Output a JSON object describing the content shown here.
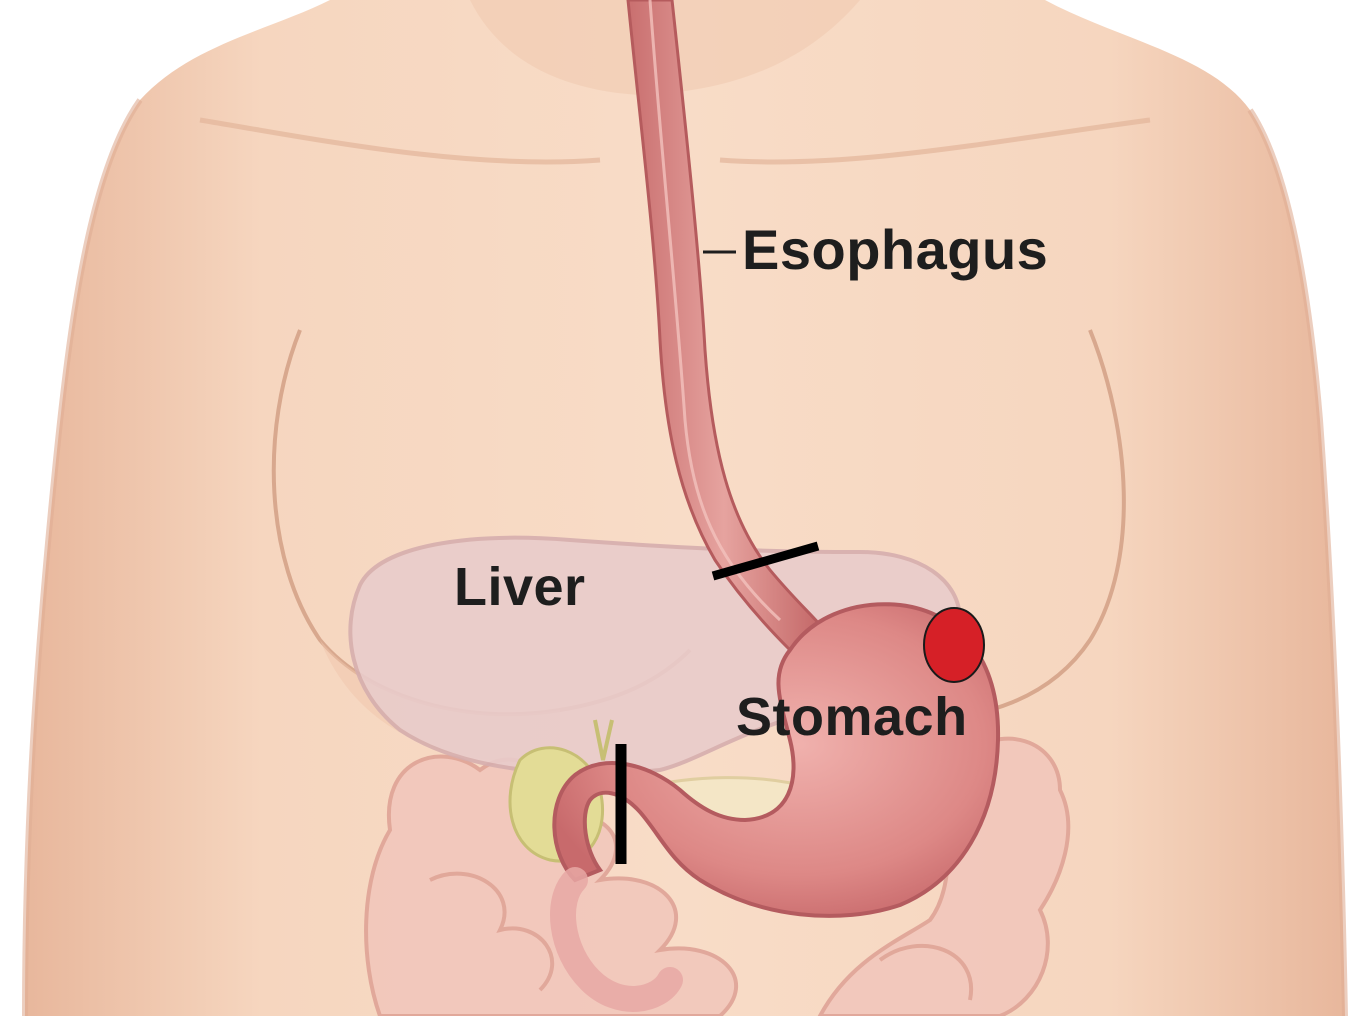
{
  "labels": {
    "esophagus": "Esophagus",
    "liver": "Liver",
    "stomach": "Stomach"
  },
  "colors": {
    "skin": "#f4d2b9",
    "skin_shadow": "#e3b197",
    "organ_pink": "#d97f80",
    "organ_light": "#efb6b2",
    "liver_tint": "#e8c7c5",
    "intestine": "#efbcb1",
    "gallbladder": "#d8d58a",
    "marker_line": "#000000",
    "marker_dot": "#d62027"
  }
}
